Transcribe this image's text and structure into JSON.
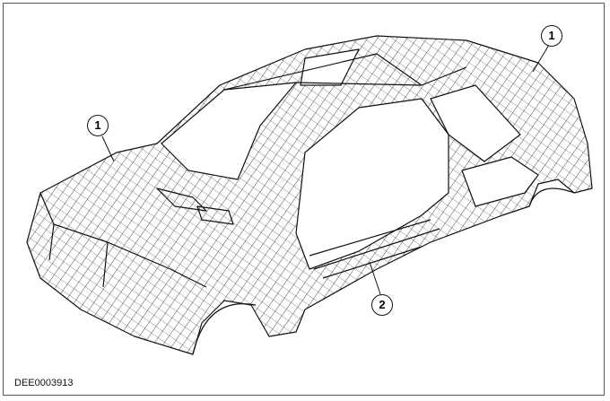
{
  "figure": {
    "code": "DEE0003913",
    "callouts": [
      {
        "label": "1"
      },
      {
        "label": "1"
      },
      {
        "label": "2"
      }
    ]
  }
}
